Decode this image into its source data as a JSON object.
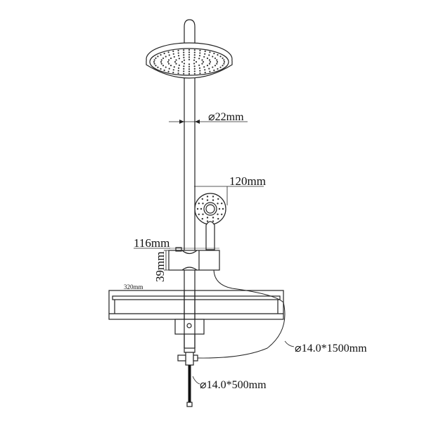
{
  "diagram": {
    "labels": {
      "pipe_diameter": "⌀22mm",
      "hand_shower_width": "120mm",
      "holder_width": "116mm",
      "holder_height": "39mm",
      "shelf_width": "320mm",
      "long_hose": "⌀14.0*1500mm",
      "short_hose": "⌀14.0*500mm"
    },
    "colors": {
      "line": "#222222",
      "background": "#ffffff"
    }
  }
}
